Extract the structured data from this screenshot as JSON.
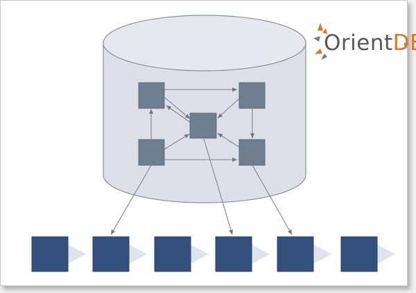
{
  "logo": {
    "text_main": "Orient",
    "text_accent": "DB",
    "color_main": "#585858",
    "color_accent": "#e8711d"
  },
  "diagram": {
    "colors": {
      "cylinder_fill": "#dde0e8",
      "cylinder_stroke": "#8a8f9c",
      "graph_node": "#6f7f8f",
      "edge": "#7a8294",
      "list_node": "#34507d",
      "list_arrow": "#dfe3ec"
    },
    "graph_nodes": [
      "node-top-left",
      "node-top-right",
      "node-center",
      "node-bottom-left",
      "node-bottom-right"
    ],
    "list_nodes": 6
  }
}
